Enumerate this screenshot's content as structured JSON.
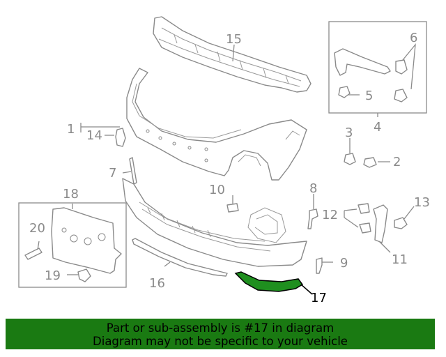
{
  "diagram": {
    "callouts": {
      "c1": "1",
      "c2": "2",
      "c3": "3",
      "c4": "4",
      "c5": "5",
      "c6": "6",
      "c7": "7",
      "c8": "8",
      "c9": "9",
      "c10": "10",
      "c11": "11",
      "c12": "12",
      "c13": "13",
      "c14": "14",
      "c15": "15",
      "c16": "16",
      "c17": "17",
      "c18": "18",
      "c19": "19",
      "c20": "20"
    },
    "highlighted_part": "17",
    "colors": {
      "highlight": "#1f8f1f",
      "banner": "#1a7a12",
      "line": "#8a8a8a"
    }
  },
  "banner": {
    "line1": "Part or sub-assembly is #17 in diagram",
    "line2": "Diagram may not be specific to your vehicle"
  }
}
